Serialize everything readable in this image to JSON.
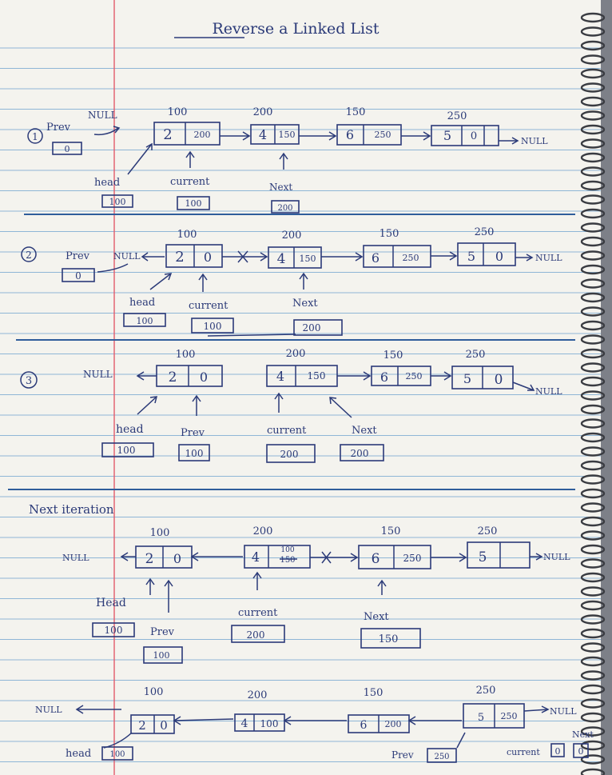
{
  "title": "Reverse a Linked List",
  "colors": {
    "paper": "#f4f3ee",
    "ink": "#2b3a78",
    "rule": "#8fb6d6",
    "margin": "#e35a6a",
    "background": "#7d8088"
  },
  "steps": [
    {
      "number": "1",
      "prev_label": "Prev",
      "prev_value": "0",
      "nodes": [
        {
          "addr": "100",
          "data": "2",
          "next": "200"
        },
        {
          "addr": "200",
          "data": "4",
          "next": "150"
        },
        {
          "addr": "150",
          "data": "6",
          "next": "250"
        },
        {
          "addr": "250",
          "data": "5",
          "next": "0"
        }
      ],
      "null_left": "NULL",
      "null_right": "NULL",
      "pointers": [
        {
          "label": "head",
          "value": "100"
        },
        {
          "label": "current",
          "value": "100"
        },
        {
          "label": "Next",
          "value": "200"
        }
      ]
    },
    {
      "number": "2",
      "prev_label": "Prev",
      "prev_null": "NULL",
      "prev_value": "0",
      "nodes": [
        {
          "addr": "100",
          "data": "2",
          "next": "0"
        },
        {
          "addr": "200",
          "data": "4",
          "next": "150"
        },
        {
          "addr": "150",
          "data": "6",
          "next": "250"
        },
        {
          "addr": "250",
          "data": "5",
          "next": "0"
        }
      ],
      "null_right": "NULL",
      "pointers": [
        {
          "label": "head",
          "value": "100"
        },
        {
          "label": "current",
          "value": "100"
        },
        {
          "label": "Next",
          "value": "200"
        }
      ]
    },
    {
      "number": "3",
      "null_left": "NULL",
      "nodes": [
        {
          "addr": "100",
          "data": "2",
          "next": "0"
        },
        {
          "addr": "200",
          "data": "4",
          "next": "150"
        },
        {
          "addr": "150",
          "data": "6",
          "next": "250"
        },
        {
          "addr": "250",
          "data": "5",
          "next": "0"
        }
      ],
      "null_right": "NULL",
      "pointers": [
        {
          "label": "head",
          "value": "100"
        },
        {
          "label": "Prev",
          "value": "100"
        },
        {
          "label": "current",
          "value": "200"
        },
        {
          "label": "Next",
          "value": "200"
        }
      ]
    },
    {
      "heading": "Next iteration",
      "null_left": "NULL",
      "nodes": [
        {
          "addr": "100",
          "data": "2",
          "next": "0"
        },
        {
          "addr": "200",
          "data": "4",
          "next": "100",
          "next_struck": "150"
        },
        {
          "addr": "150",
          "data": "6",
          "next": "250"
        },
        {
          "addr": "250",
          "data": "5",
          "next": ""
        }
      ],
      "null_right": "NULL",
      "pointers": [
        {
          "label": "Head",
          "value": "100"
        },
        {
          "label": "Prev",
          "value": "100"
        },
        {
          "label": "current",
          "value": "200"
        },
        {
          "label": "Next",
          "value": "150"
        }
      ]
    },
    {
      "null_left": "NULL",
      "nodes": [
        {
          "addr": "100",
          "data": "2",
          "next": "0"
        },
        {
          "addr": "200",
          "data": "4",
          "next": "100"
        },
        {
          "addr": "150",
          "data": "6",
          "next": "200"
        },
        {
          "addr": "250",
          "data": "5",
          "next": "250"
        }
      ],
      "null_right": "NULL",
      "pointers": [
        {
          "label": "head",
          "value": "100"
        },
        {
          "label": "Prev",
          "value": "250"
        },
        {
          "label": "current",
          "value": "0"
        },
        {
          "label": "Next",
          "value": "0"
        }
      ]
    }
  ]
}
